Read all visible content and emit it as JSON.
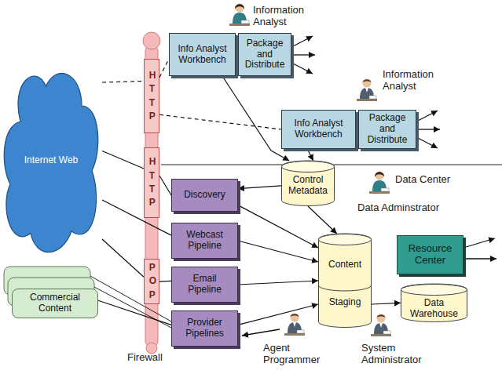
{
  "diagram": {
    "nodes": [
      {
        "text": [
          "Info Analyst Workbench"
        ]
      },
      {
        "text": [
          "Package and Distribute"
        ]
      },
      {
        "text": [
          "Info Analyst Workbench"
        ]
      },
      {
        "text": [
          "Package and Distribute"
        ]
      },
      {
        "text": [
          "Internet Web"
        ]
      },
      {
        "text": [
          "HTTP"
        ]
      },
      {
        "text": [
          "HTTP"
        ]
      },
      {
        "text": [
          "POP"
        ]
      },
      {
        "text": [
          "Discovery"
        ]
      },
      {
        "text": [
          "Control Metadata"
        ]
      },
      {
        "text": [
          "Webcast Pipeline"
        ]
      },
      {
        "text": [
          "Email Pipeline"
        ]
      },
      {
        "text": [
          "Provider Pipelines"
        ]
      },
      {
        "text": [
          "Content",
          "Staging"
        ]
      },
      {
        "text": [
          "Resource Center"
        ]
      },
      {
        "text": [
          "Data Warehouse"
        ]
      },
      {
        "text": [
          "Commercial Content"
        ]
      }
    ],
    "edges": [
      {
        "from": 4,
        "to": 5,
        "arrow": "none"
      },
      {
        "from": 5,
        "to": 0,
        "arrow": "none"
      },
      {
        "from": 5,
        "to": 2,
        "arrow": "none"
      },
      {
        "from": 4,
        "to": 6,
        "arrow": "none"
      },
      {
        "from": 6,
        "to": 8,
        "arrow": "none"
      },
      {
        "from": 4,
        "to": 10,
        "arrow": "none"
      },
      {
        "from": 4,
        "to": 7,
        "arrow": "none"
      },
      {
        "from": 7,
        "to": 11,
        "arrow": "none"
      },
      {
        "from": 16,
        "to": 12,
        "arrow": "none"
      },
      {
        "from": 0,
        "to": 9,
        "arrow": "to"
      },
      {
        "from": 2,
        "to": 9,
        "arrow": "to"
      },
      {
        "from": 9,
        "to": 8,
        "arrow": "to"
      },
      {
        "from": 9,
        "to": 13,
        "arrow": "to"
      },
      {
        "from": 8,
        "to": 13,
        "arrow": "to"
      },
      {
        "from": 10,
        "to": 13,
        "arrow": "to"
      },
      {
        "from": 11,
        "to": 13,
        "arrow": "to"
      },
      {
        "from": 12,
        "to": 13,
        "arrow": "to"
      },
      {
        "from": 13,
        "to": 15,
        "arrow": "to"
      }
    ],
    "labels": [
      "Information Analyst",
      "Information Analyst",
      "Data Center",
      "Data Adminstrator",
      "Agent Programmer",
      "System Administrator",
      "Firewall"
    ]
  }
}
